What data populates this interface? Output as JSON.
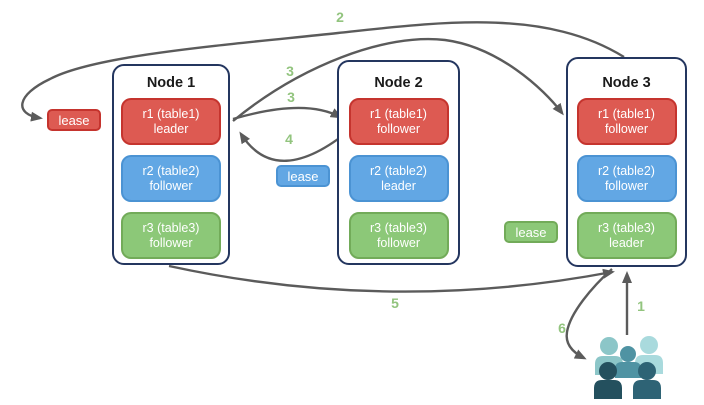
{
  "palette": {
    "arrow": "#5b5b5b",
    "red": "#dd5a52",
    "redBorder": "#c5342e",
    "blue": "#62a7e4",
    "blueBorder": "#4b93d3",
    "green": "#8cc878",
    "greenBorder": "#72ab59",
    "nodeBorder": "#24365f",
    "step": "#92c47e",
    "p1": "#8cc6c8",
    "p2": "#a9dadd",
    "p3": "#4f93a3",
    "p4": "#24505e",
    "p5": "#2e6375"
  },
  "nodes": [
    {
      "title": "Node 1",
      "ranges": [
        {
          "label": "r1 (table1)",
          "role": "leader",
          "color": "red"
        },
        {
          "label": "r2 (table2)",
          "role": "follower",
          "color": "blue"
        },
        {
          "label": "r3 (table3)",
          "role": "follower",
          "color": "green"
        }
      ]
    },
    {
      "title": "Node 2",
      "ranges": [
        {
          "label": "r1 (table1)",
          "role": "follower",
          "color": "red"
        },
        {
          "label": "r2 (table2)",
          "role": "leader",
          "color": "blue"
        },
        {
          "label": "r3 (table3)",
          "role": "follower",
          "color": "green"
        }
      ]
    },
    {
      "title": "Node 3",
      "ranges": [
        {
          "label": "r1 (table1)",
          "role": "follower",
          "color": "red"
        },
        {
          "label": "r2 (table2)",
          "role": "follower",
          "color": "blue"
        },
        {
          "label": "r3 (table3)",
          "role": "leader",
          "color": "green"
        }
      ]
    }
  ],
  "leases": [
    {
      "label": "lease",
      "color": "red"
    },
    {
      "label": "lease",
      "color": "blue"
    },
    {
      "label": "lease",
      "color": "green"
    }
  ],
  "steps": [
    {
      "label": "1"
    },
    {
      "label": "2"
    },
    {
      "label": "3"
    },
    {
      "label": "3"
    },
    {
      "label": "4"
    },
    {
      "label": "5"
    },
    {
      "label": "6"
    }
  ],
  "icons": {
    "clients": "people-group-icon"
  }
}
